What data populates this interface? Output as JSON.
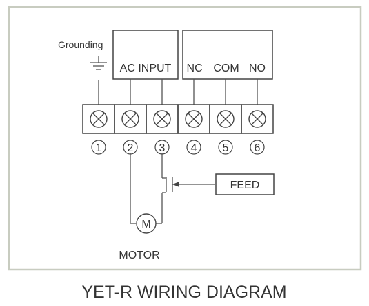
{
  "grounding_label": "Grounding",
  "ac_input_label": "AC INPUT",
  "relay_labels": {
    "nc": "NC",
    "com": "COM",
    "no": "NO"
  },
  "terminals": [
    {
      "number": "1"
    },
    {
      "number": "2"
    },
    {
      "number": "3"
    },
    {
      "number": "4"
    },
    {
      "number": "5"
    },
    {
      "number": "6"
    }
  ],
  "feed_label": "FEED",
  "motor_symbol": "M",
  "motor_label": "MOTOR",
  "caption": "YET-R  WIRING DIAGRAM",
  "colors": {
    "frame": "#c8ccc0",
    "line": "#444444",
    "text": "#333333"
  }
}
